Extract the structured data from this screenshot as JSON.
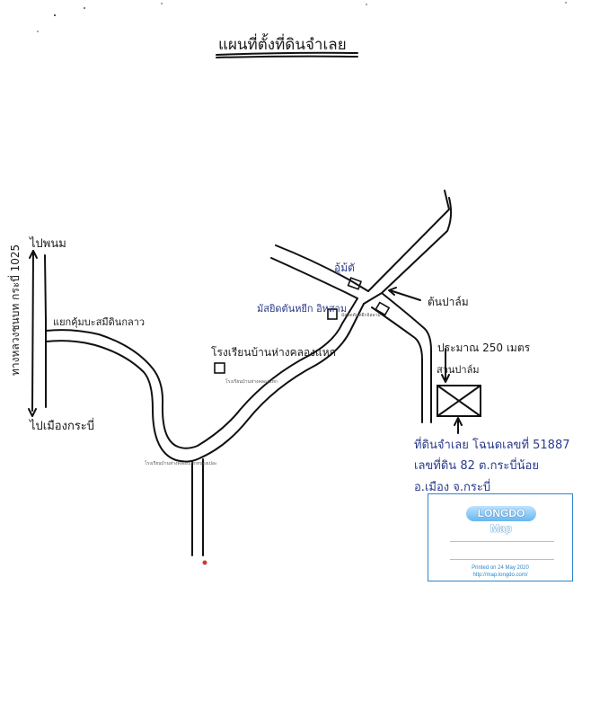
{
  "title": "แผนที่ตั้งที่ดินจำเลย",
  "labels": {
    "north_city": "ไปพนม",
    "highway": "ทางหลวงชนบท กระบี่ 1025",
    "south_city": "ไปเมืองกระบี่",
    "junction": "แยกคุ้มบะสมืดินกลาว",
    "mosque": "มัสยิดตันหยีก อิหสาม",
    "school": "โรงเรียนบ้านห่างคลองแหก",
    "marker_top": "อู้ม้ตั",
    "landmark_right": "ต้นปาล์ม",
    "distance": "ประมาณ 250 เมตร",
    "landmark_right_2": "สวนปาล์ม",
    "parcel_line_1": "ที่ดินจำเลย โฉนดเลขที่ 51887",
    "parcel_line_2": "เลขที่ดิน 82 ต.กระบี่น้อย",
    "parcel_line_3": "อ.เมือง จ.กระบี่"
  },
  "base_map": {
    "mosque_label": "มัสยิดตันหยีกอิสลาม",
    "school_label": "โรงเรียนบ้านห่างคลองแหก",
    "road_label": "โรงเรียนบ้านห่างคลองแหกหนองเปอะ"
  },
  "longdo": {
    "logo": "LONGDO Map",
    "printed_on": "Printed on 24 May 2020",
    "url": "http://map.longdo.com/"
  }
}
